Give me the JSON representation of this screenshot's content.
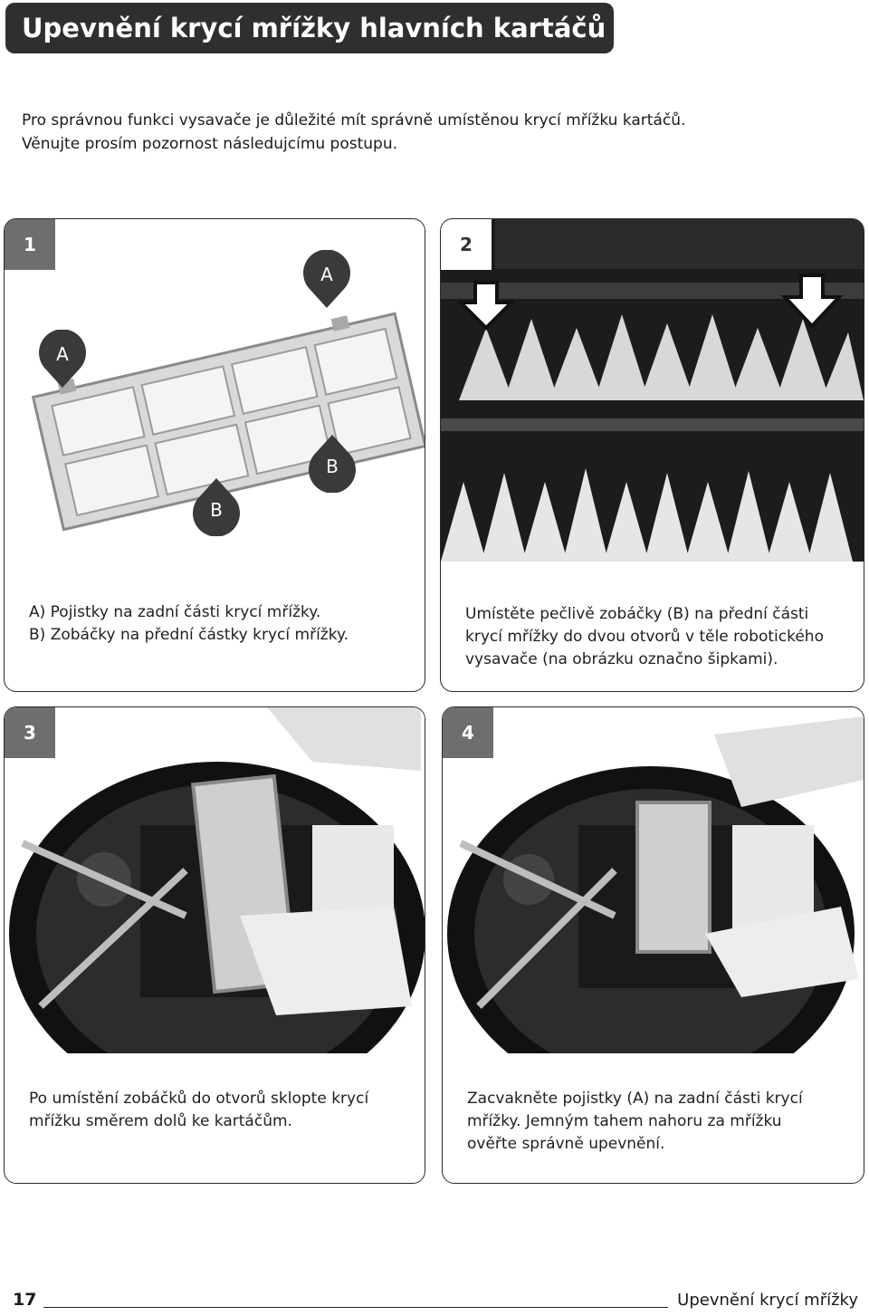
{
  "header": {
    "title": "Upevnění krycí mřížky hlavních kartáčů"
  },
  "intro": {
    "line1": "Pro správnou funkci vysavače je důležité mít správně umístěnou krycí mřížku kartáčů.",
    "line2": "Věnujte prosím pozornost následujcímu postupu."
  },
  "steps": [
    {
      "number": "1",
      "markers": {
        "a": "A",
        "b": "B"
      },
      "caption_lines": [
        "A) Pojistky na zadní části krycí mřížky.",
        "B) Zobáčky na přední částky krycí mřížky."
      ]
    },
    {
      "number": "2",
      "caption_lines": [
        "Umístěte pečlivě zobáčky (B) na přední části",
        "krycí mřížky do dvou otvorů v těle robotického",
        "vysavače (na obrázku označno šipkami)."
      ]
    },
    {
      "number": "3",
      "caption_lines": [
        "Po umístění zobáčků do otvorů sklopte krycí",
        "mřížku směrem dolů ke kartáčům."
      ]
    },
    {
      "number": "4",
      "caption_lines": [
        "Zacvakněte pojistky (A) na zadní části krycí",
        "mřížky. Jemným tahem nahoru za mřížku",
        "ověřte správně upevnění."
      ]
    }
  ],
  "footer": {
    "page_number": "17",
    "section_title": "Upevnění krycí mřížky"
  },
  "colors": {
    "title_bar": "#2f2f2f",
    "step_badge": "#6e6e6e",
    "marker": "#3a3a3a"
  }
}
